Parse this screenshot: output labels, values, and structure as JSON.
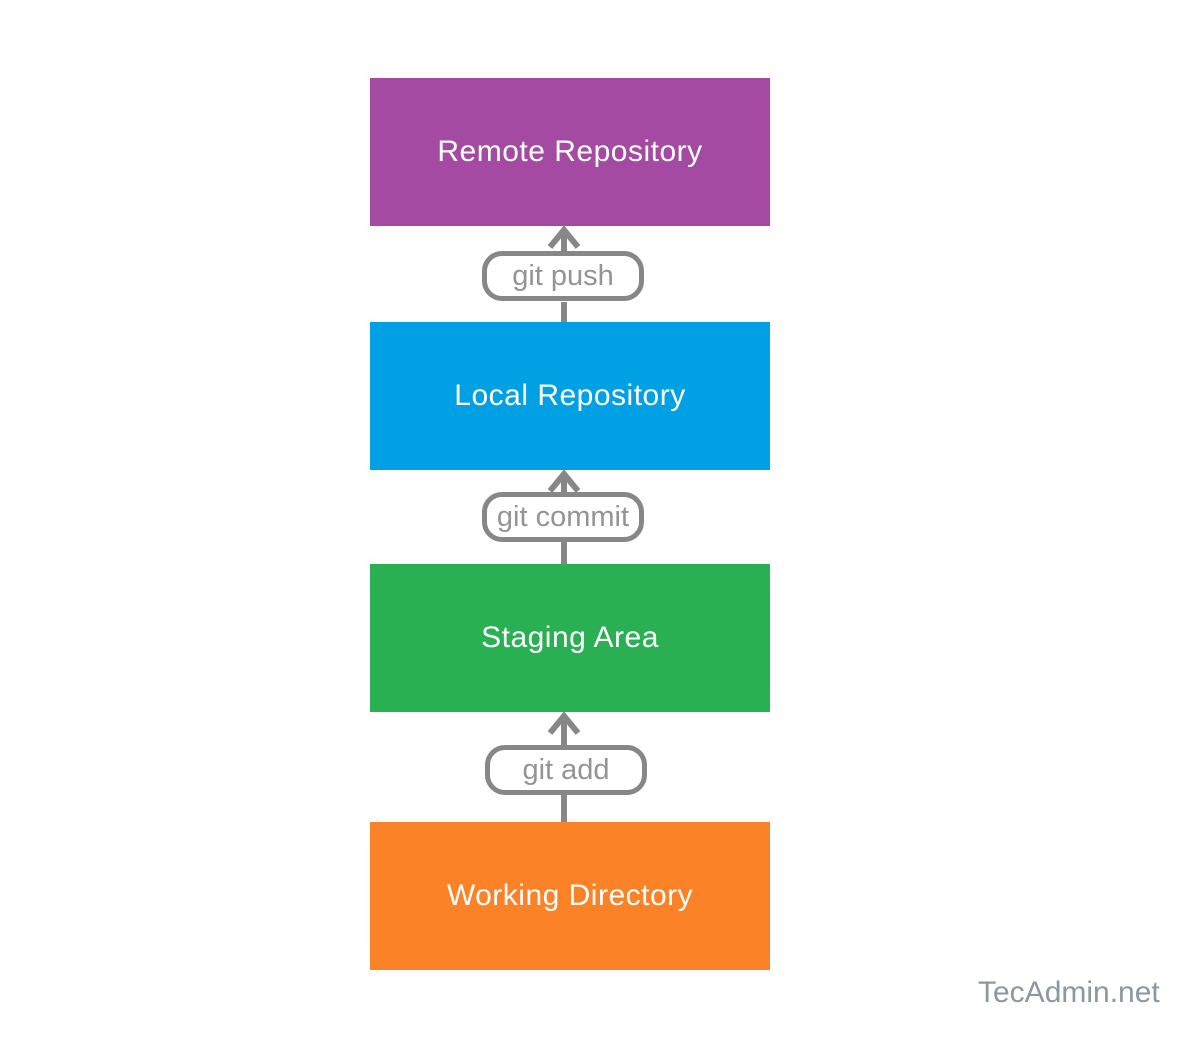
{
  "diagram": {
    "type": "flow",
    "direction": "bottom-to-top",
    "nodes": [
      {
        "label": "Remote Repository",
        "color": "#a44aa3"
      },
      {
        "label": "Local Repository",
        "color": "#00a1e4"
      },
      {
        "label": "Staging Area",
        "color": "#28b052"
      },
      {
        "label": "Working Directory",
        "color": "#fb8226"
      }
    ],
    "edges": [
      {
        "label": "git push",
        "from": "Local Repository",
        "to": "Remote Repository"
      },
      {
        "label": "git commit",
        "from": "Staging Area",
        "to": "Local Repository"
      },
      {
        "label": "git add",
        "from": "Working Directory",
        "to": "Staging Area"
      }
    ],
    "node_text_color": "#ffffff",
    "connector_color": "#878787",
    "edge_label_text_color": "#949494",
    "watermark": "TecAdmin.net",
    "watermark_color": "#8b97a1"
  }
}
